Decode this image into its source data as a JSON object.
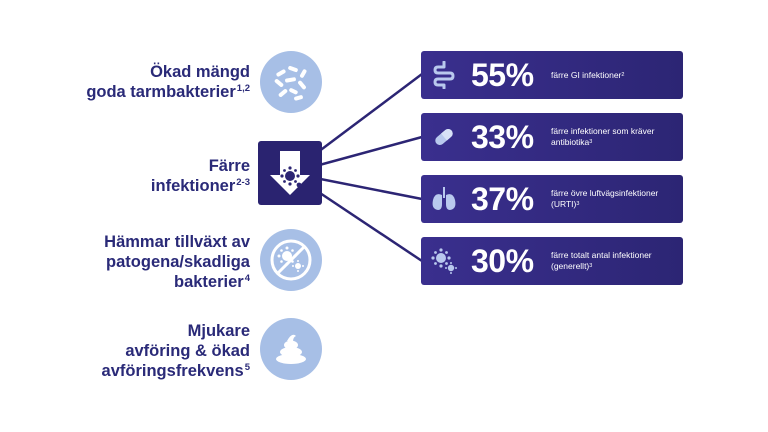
{
  "colors": {
    "navy": "#2a2a78",
    "circle_blue": "#a7bfe6",
    "box_purple": "#2c2574",
    "icon_light": "#b9c9ee"
  },
  "benefits": [
    {
      "line1": "Ökad mängd",
      "line2": "goda tarmbakterier",
      "sup": "1,2",
      "icon": "bacteria-icon"
    },
    {
      "line1": "Färre",
      "line2": "infektioner",
      "sup": "2-3",
      "icon": "down-arrow-virus-icon"
    },
    {
      "line1": "Hämmar tillväxt av",
      "line2": "patogena/skadliga",
      "line3": "bakterier",
      "sup": "4",
      "icon": "no-pathogen-icon"
    },
    {
      "line1": "Mjukare",
      "line2": "avföring & ökad",
      "line3": "avföringsfrekvens",
      "sup": "5",
      "icon": "stool-icon"
    }
  ],
  "stats": [
    {
      "pct": "55%",
      "desc": "färre GI infektioner",
      "sup": "2",
      "icon": "intestine-icon"
    },
    {
      "pct": "33%",
      "desc": "färre infektioner som kräver antibiotika",
      "sup": "3",
      "icon": "pill-icon"
    },
    {
      "pct": "37%",
      "desc": "färre övre luftvägsinfektioner (URTI)",
      "sup": "3",
      "icon": "lungs-icon"
    },
    {
      "pct": "30%",
      "desc": "färre totalt antal infektioner (generellt)",
      "sup": "3",
      "icon": "virus-icon"
    }
  ]
}
